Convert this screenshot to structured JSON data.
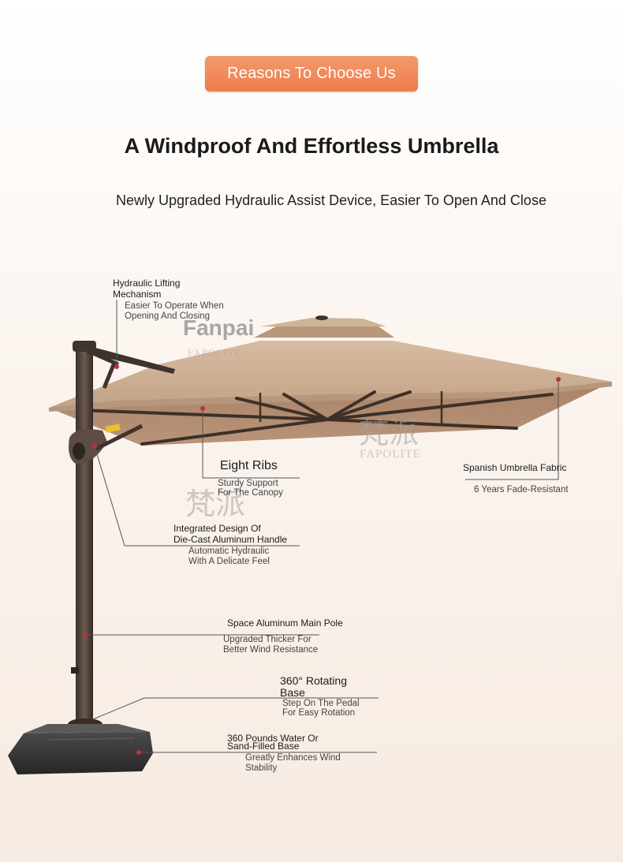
{
  "badge": {
    "label": "Reasons To Choose Us"
  },
  "heading": {
    "title": "A Windproof And Effortless Umbrella",
    "subtitle": "Newly Upgraded Hydraulic Assist Device, Easier To Open And Close"
  },
  "watermarks": {
    "brand_top": "Fanpai",
    "brand_top_sub": "FAPOLITE",
    "cn_1": "梵派",
    "en_1": "FAPOLITE",
    "cn_2": "梵派"
  },
  "features": {
    "hydraulic": {
      "title": "Hydraulic Lifting Mechanism",
      "desc_1": "Easier To Operate When",
      "desc_2": "Opening And Closing"
    },
    "ribs": {
      "title": "Eight Ribs",
      "desc_1": "Sturdy Support",
      "desc_2": "For The Canopy"
    },
    "fabric": {
      "title": "Spanish Umbrella Fabric",
      "desc_1": "6 Years Fade-Resistant"
    },
    "handle": {
      "title_1": "Integrated Design Of",
      "title_2": "Die-Cast Aluminum Handle",
      "desc_1": "Automatic Hydraulic",
      "desc_2": "With A Delicate Feel"
    },
    "pole": {
      "title": "Space Aluminum Main Pole",
      "desc_1": "Upgraded Thicker For",
      "desc_2": "Better Wind Resistance"
    },
    "base_rotate": {
      "title_1": "360° Rotating",
      "title_2": "Base",
      "desc_1": "Step On The Pedal",
      "desc_2": "For Easy Rotation"
    },
    "base_weight": {
      "title_1": "360 Pounds Water Or",
      "title_2": "Sand-Filled Base",
      "desc_1": "Greatly Enhances Wind",
      "desc_2": "Stability"
    }
  },
  "colors": {
    "accent": "#ee7c4c",
    "canopy": "#c8ab8e",
    "frame": "#4a3e38",
    "marker": "#c0303a"
  }
}
